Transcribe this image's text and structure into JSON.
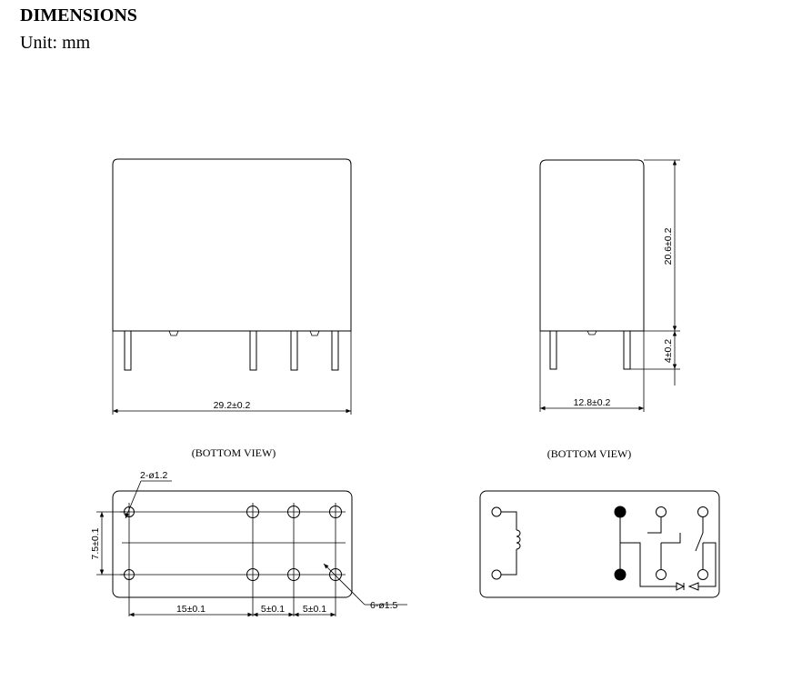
{
  "header": {
    "title": "DIMENSIONS",
    "unit": "Unit: mm"
  },
  "front_view": {
    "width_dim": "29.2±0.2"
  },
  "side_view": {
    "height_dim": "20.6±0.2",
    "pin_dim": "4±0.2",
    "depth_dim": "12.8±0.2"
  },
  "bottom_view_left": {
    "caption": "(BOTTOM VIEW)",
    "small_hole_dim": "2-ø1.2",
    "large_hole_dim": "6-ø1.5",
    "row_spacing_dim": "7.5±0.1",
    "pitch_dims": [
      "15±0.1",
      "5±0.1",
      "5±0.1"
    ]
  },
  "bottom_view_right": {
    "caption": "(BOTTOM VIEW)"
  }
}
